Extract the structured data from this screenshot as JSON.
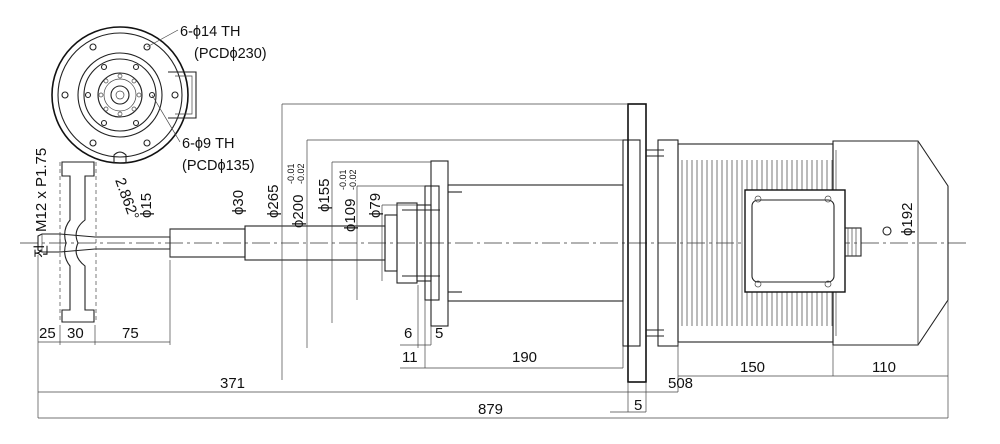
{
  "holes": {
    "outer_count_size": "6-ϕ14 TH",
    "outer_pcd": "(PCDϕ230)",
    "inner_count_size": "6-ϕ9 TH",
    "inner_pcd": "(PCDϕ135)"
  },
  "thread": {
    "label": "M12 x P1.75",
    "prefix": "전"
  },
  "diameters": {
    "d_taper": "2.862°",
    "d15": "ϕ15",
    "d30": "ϕ30",
    "d265": "ϕ265",
    "d200": "ϕ200",
    "d200_tol_upper": "-0.01",
    "d200_tol_lower": "-0.02",
    "d155": "ϕ155",
    "d109": "ϕ109",
    "d109_tol_upper": "-0.01",
    "d109_tol_lower": "-0.02",
    "d79": "ϕ79",
    "d192": "ϕ192"
  },
  "lengths": {
    "l25": "25",
    "l30": "30",
    "l75": "75",
    "l6": "6",
    "l5a": "5",
    "l11": "11",
    "l190": "190",
    "l150": "150",
    "l110": "110",
    "l371": "371",
    "l508": "508",
    "l879": "879",
    "l5b": "5"
  }
}
